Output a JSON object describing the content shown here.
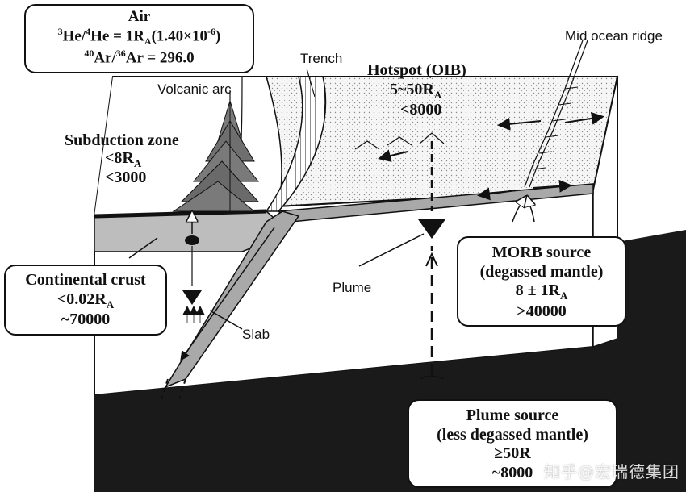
{
  "air": {
    "title": "Air",
    "line1_pre": "3",
    "line1_a": "He/",
    "line1_b": "4",
    "line1_c": "He = 1R",
    "line1_sub": "A",
    "line1_d": "(1.40×10",
    "line1_exp": "-6",
    "line1_e": ")",
    "line2_pre": "40",
    "line2_a": "Ar/",
    "line2_b": "36",
    "line2_c": "Ar = 296.0"
  },
  "labels": {
    "volcanic_arc": "Volcanic arc",
    "trench": "Trench",
    "mid_ocean_ridge": "Mid ocean ridge",
    "plume": "Plume",
    "slab": "Slab"
  },
  "subduction": {
    "title": "Subduction zone",
    "ratio": "<8R",
    "ratio_sub": "A",
    "value": "<3000"
  },
  "hotspot": {
    "title": "Hotspot (OIB)",
    "ratio": "5~50R",
    "ratio_sub": "A",
    "value": "<8000"
  },
  "continental": {
    "title": "Continental crust",
    "ratio": "<0.02R",
    "ratio_sub": "A",
    "value": "~70000"
  },
  "morb": {
    "title": "MORB source",
    "subtitle": "(degassed mantle)",
    "ratio": "8 ± 1R",
    "ratio_sub": "A",
    "value": ">40000"
  },
  "plume_source": {
    "title": "Plume source",
    "subtitle": "(less degassed mantle)",
    "ratio": "≥50R",
    "value": "~8000"
  },
  "watermark": "知乎@宏瑞德集团",
  "colors": {
    "ink": "#111111",
    "crust_gray": "#bdbdbd",
    "slab_gray": "#a9a9a9",
    "arc_gray": "#7a7a7a",
    "mantle_black": "#1a1a1a"
  }
}
